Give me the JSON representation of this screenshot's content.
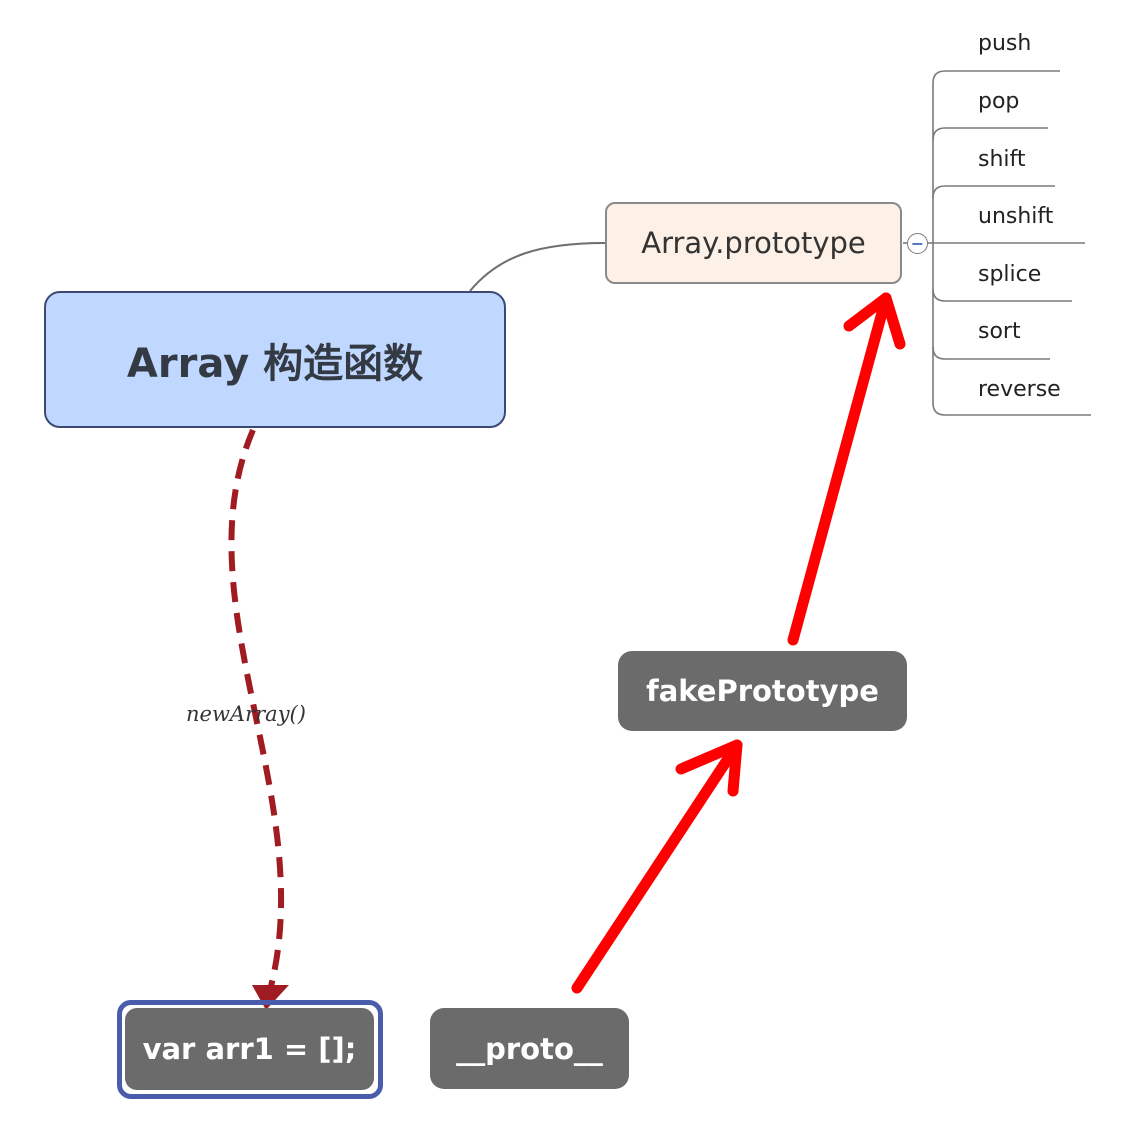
{
  "nodes": {
    "array_constructor": "Array 构造函数",
    "array_prototype": "Array.prototype",
    "fake_prototype": "fakePrototype",
    "arr1": "var arr1 = [];",
    "proto": "__proto__"
  },
  "edge_label": "newArray()",
  "methods": [
    "push",
    "pop",
    "shift",
    "unshift",
    "splice",
    "sort",
    "reverse"
  ],
  "collapse_toggle": "−",
  "colors": {
    "constructor_fill": "#c0d8ff",
    "prototype_fill": "#fdf0e6",
    "dark_node_fill": "#6b6b6b",
    "highlight_border": "#4a5dad",
    "dashed_arrow": "#a01c22",
    "red_arrow": "#ff0000"
  }
}
